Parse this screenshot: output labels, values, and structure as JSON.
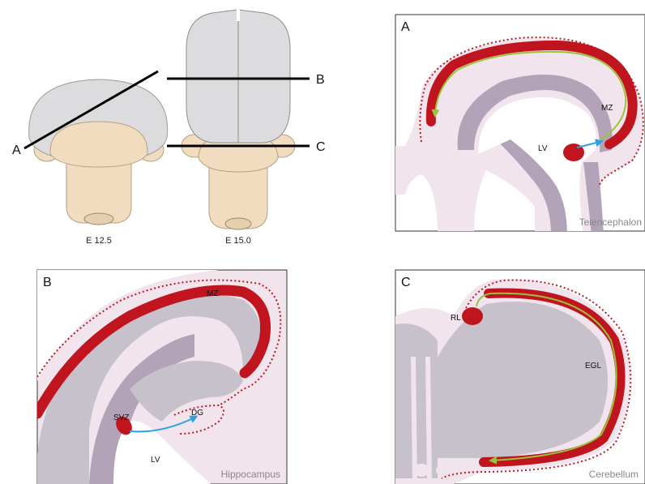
{
  "overview": {
    "cut_labels": {
      "a": "A",
      "b": "B",
      "c": "C"
    },
    "stage_left": "E 12.5",
    "stage_right": "E 15.0"
  },
  "panel_a": {
    "letter": "A",
    "name": "Telencephalon",
    "labels": {
      "mz": "MZ",
      "lv": "LV"
    }
  },
  "panel_b": {
    "letter": "B",
    "name": "Hippocampus",
    "labels": {
      "mz": "MZ",
      "svz": "SVZ",
      "dg": "DG",
      "lv": "LV"
    }
  },
  "panel_c": {
    "letter": "C",
    "name": "Cerebellum",
    "labels": {
      "rl": "RL",
      "egl": "EGL"
    }
  },
  "colors": {
    "tissue": "#f1e4ec",
    "ventricle_wall": "#b2a3b8",
    "deep_tissue": "#c6c1ca",
    "migratory_stream": "#c0151e",
    "migration_arrow": "#9cc23a",
    "tangential_arrow": "#2fa3df",
    "brain_grey": "#dcdcde",
    "brainstem": "#f2dcbf"
  }
}
